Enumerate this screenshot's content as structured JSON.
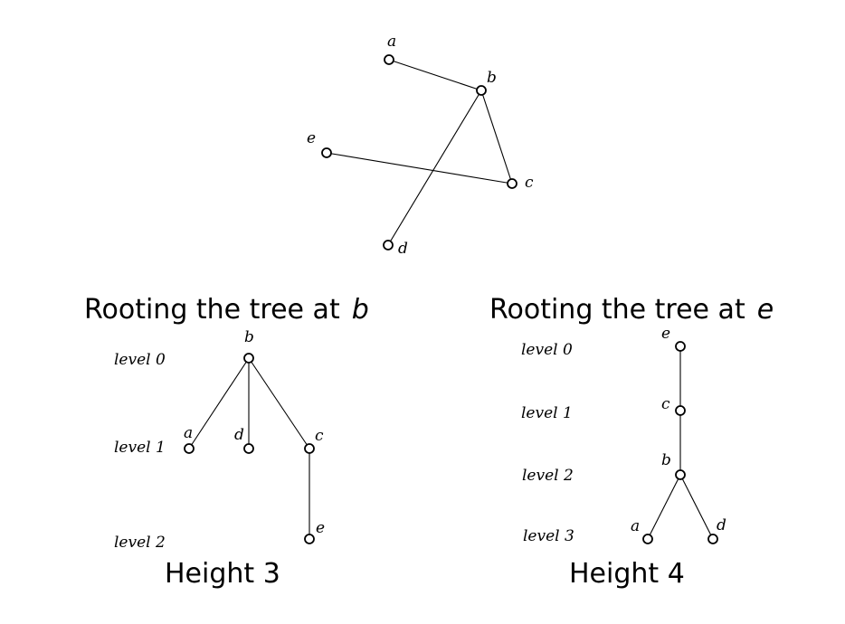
{
  "top_graph": {
    "nodes": [
      "a",
      "b",
      "c",
      "d",
      "e"
    ],
    "edges": [
      [
        "a",
        "b"
      ],
      [
        "b",
        "c"
      ],
      [
        "b",
        "d"
      ],
      [
        "e",
        "c"
      ]
    ]
  },
  "left_panel": {
    "title_prefix": "Rooting the tree at",
    "root": "b",
    "levels": [
      "level 0",
      "level 1",
      "level 2"
    ],
    "caption": "Height 3",
    "edges": [
      [
        "b",
        "a"
      ],
      [
        "b",
        "d"
      ],
      [
        "b",
        "c"
      ],
      [
        "c",
        "e"
      ]
    ]
  },
  "right_panel": {
    "title_prefix": "Rooting the tree at",
    "root": "e",
    "levels": [
      "level 0",
      "level 1",
      "level 2",
      "level 3"
    ],
    "caption": "Height 4",
    "edges": [
      [
        "e",
        "c"
      ],
      [
        "c",
        "b"
      ],
      [
        "b",
        "a"
      ],
      [
        "b",
        "d"
      ]
    ]
  }
}
